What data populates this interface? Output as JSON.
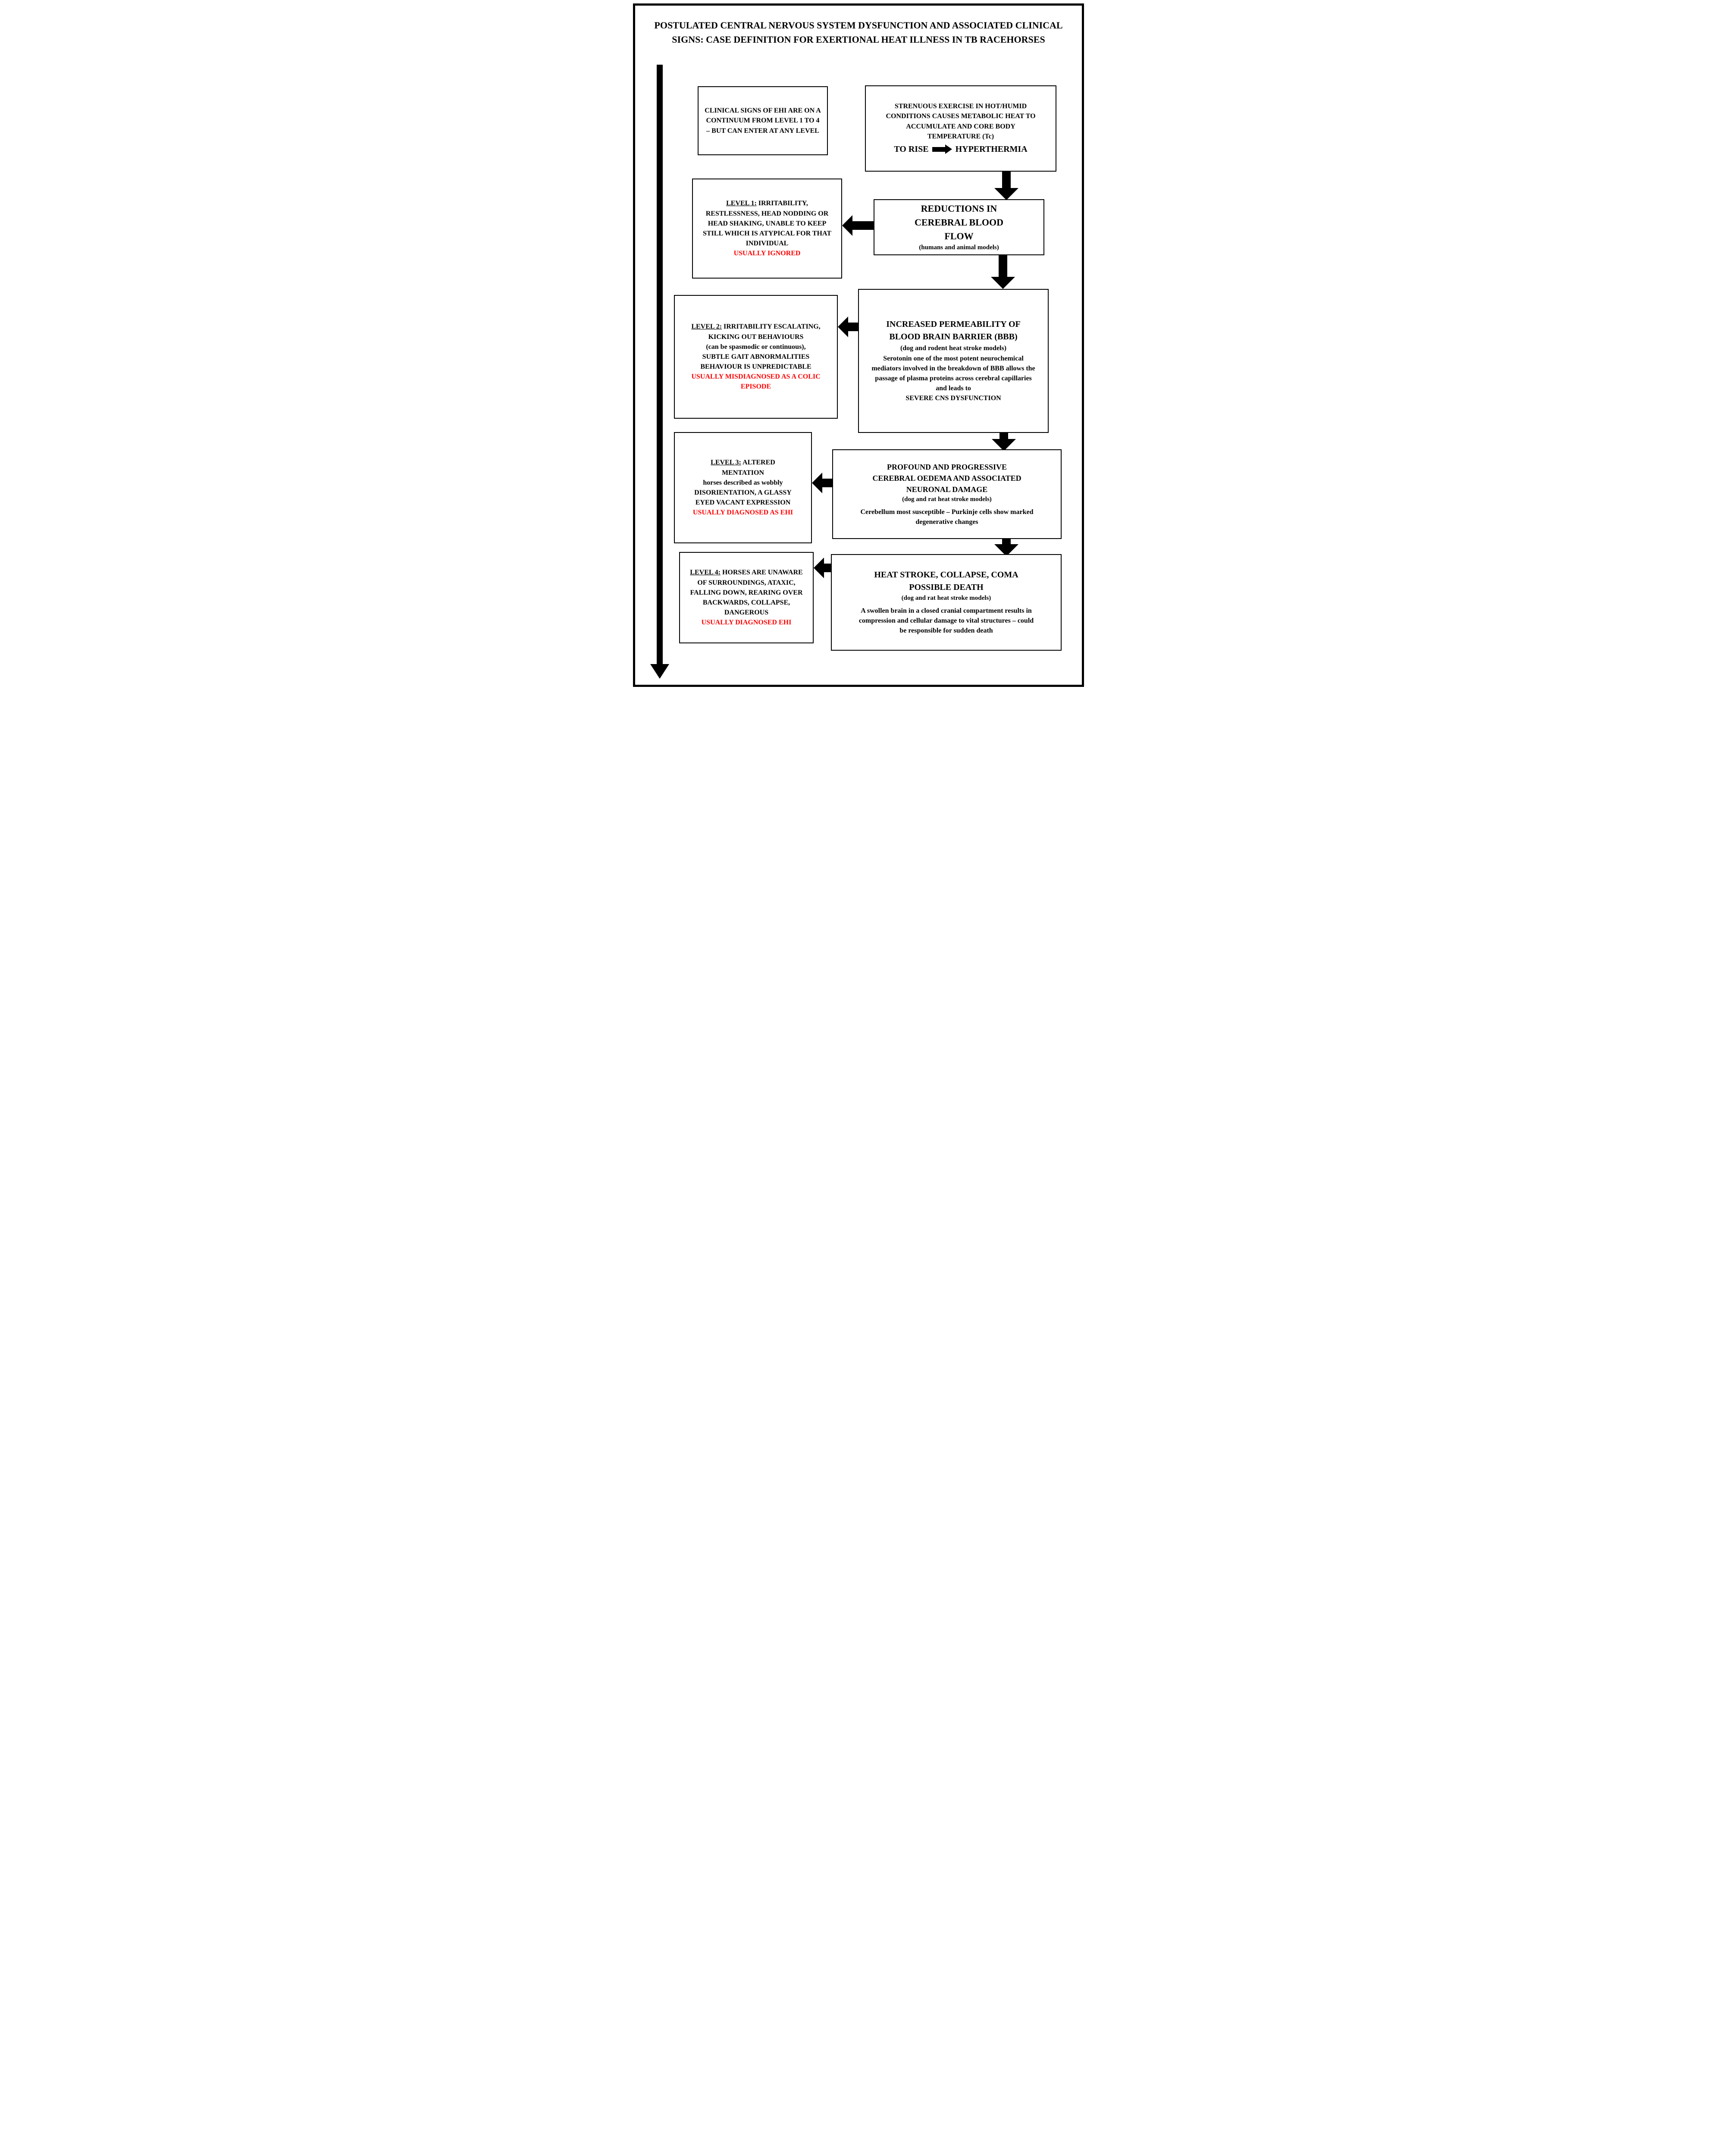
{
  "page": {
    "title": "POSTULATED CENTRAL NERVOUS SYSTEM DYSFUNCTION AND ASSOCIATED CLINICAL SIGNS: CASE DEFINITION FOR EXERTIONAL HEAT ILLNESS IN TB RACEHORSES"
  },
  "intro_box": {
    "text": "CLINICAL SIGNS OF EHI ARE ON A CONTINUUM FROM LEVEL 1 TO 4 – BUT CAN ENTER AT ANY LEVEL"
  },
  "cascade": [
    {
      "body": "STRENUOUS EXERCISE IN HOT/HUMID CONDITIONS CAUSES METABOLIC HEAT TO ACCUMULATE AND CORE BODY TEMPERATURE (Tc)",
      "rise": "TO RISE",
      "result": "HYPERTHERMIA"
    },
    {
      "heading": "REDUCTIONS IN CEREBRAL BLOOD FLOW",
      "note": "(humans and animal models)"
    },
    {
      "heading": "INCREASED PERMEABILITY OF BLOOD BRAIN BARRIER (BBB)",
      "note": "(dog and rodent heat stroke models)",
      "body": "Serotonin one of the most potent neurochemical mediators involved in the breakdown of BBB allows the passage of plasma proteins across cerebral capillaries and leads to",
      "emphasis": "SEVERE CNS DYSFUNCTION"
    },
    {
      "heading": "PROFOUND AND PROGRESSIVE CEREBRAL OEDEMA AND ASSOCIATED NEURONAL DAMAGE",
      "note": "(dog and rat heat stroke models)",
      "body": "Cerebellum most susceptible – Purkinje cells show marked degenerative changes"
    },
    {
      "heading": "HEAT STROKE, COLLAPSE, COMA POSSIBLE DEATH",
      "note": "(dog and rat heat stroke models)",
      "body": "A swollen brain in a closed cranial compartment results in compression and cellular damage to vital structures – could be responsible for sudden death"
    }
  ],
  "levels": [
    {
      "label": "LEVEL 1:",
      "line1": "IRRITABILITY, RESTLESSNESS, HEAD NODDING OR HEAD SHAKING, UNABLE TO KEEP STILL WHICH IS ATYPICAL FOR THAT INDIVIDUAL",
      "outcome": "USUALLY IGNORED"
    },
    {
      "label": "LEVEL 2:",
      "line1": "IRRITABILITY ESCALATING, KICKING OUT BEHAVIOURS",
      "note": "(can be spasmodic or continuous),",
      "line2": "SUBTLE GAIT ABNORMALITIES BEHAVIOUR IS UNPREDICTABLE",
      "outcome": "USUALLY MISDIAGNOSED AS A COLIC EPISODE"
    },
    {
      "label": "LEVEL 3:",
      "line1": "ALTERED MENTATION",
      "note": "horses described as wobbly",
      "line2": "DISORIENTATION, A GLASSY EYED VACANT EXPRESSION",
      "outcome": "USUALLY DIAGNOSED AS EHI"
    },
    {
      "label": "LEVEL 4:",
      "line1": "HORSES ARE UNAWARE OF SURROUNDINGS, ATAXIC, FALLING DOWN, REARING OVER BACKWARDS, COLLAPSE, DANGEROUS",
      "outcome": "USUALLY DIAGNOSED EHI"
    }
  ],
  "colors": {
    "warning_red": "#FF0000",
    "ink_black": "#000000"
  }
}
